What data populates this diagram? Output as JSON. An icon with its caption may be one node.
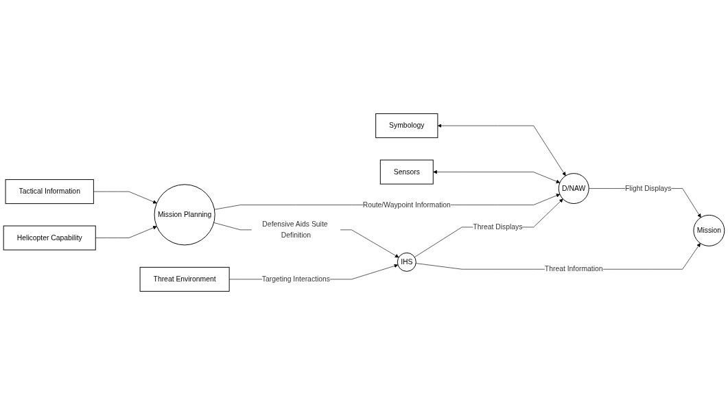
{
  "diagram": {
    "nodes": [
      {
        "text": [
          "Symbology"
        ]
      },
      {
        "text": [
          "Sensors"
        ]
      },
      {
        "text": [
          "D/NAW"
        ]
      },
      {
        "text": [
          "Tactical Information"
        ]
      },
      {
        "text": [
          "Helicopter Capability"
        ]
      },
      {
        "text": [
          "Mission Planning"
        ]
      },
      {
        "text": [
          "Mission"
        ]
      },
      {
        "text": [
          "Threat Environment"
        ]
      },
      {
        "text": [
          "IHS"
        ]
      }
    ],
    "edges": [
      {
        "from": 0,
        "to": 2,
        "arrow": "both"
      },
      {
        "from": 1,
        "to": 2,
        "arrow": "both"
      },
      {
        "from": 3,
        "to": 5,
        "arrow": "to"
      },
      {
        "from": 4,
        "to": 5,
        "arrow": "to"
      },
      {
        "from": 5,
        "to": 2,
        "arrow": "to",
        "label": "Route/Waypoint Information"
      },
      {
        "from": 5,
        "to": 8,
        "arrow": "to",
        "label": "Defensive Aids Suite Definition"
      },
      {
        "from": 2,
        "to": 6,
        "arrow": "to",
        "label": "Flight Displays"
      },
      {
        "from": 8,
        "to": 2,
        "arrow": "to",
        "label": "Threat Displays"
      },
      {
        "from": 8,
        "to": 6,
        "arrow": "to",
        "label": "Threat Information"
      },
      {
        "from": 7,
        "to": 8,
        "arrow": "to",
        "label": "Targeting Interactions"
      }
    ]
  }
}
